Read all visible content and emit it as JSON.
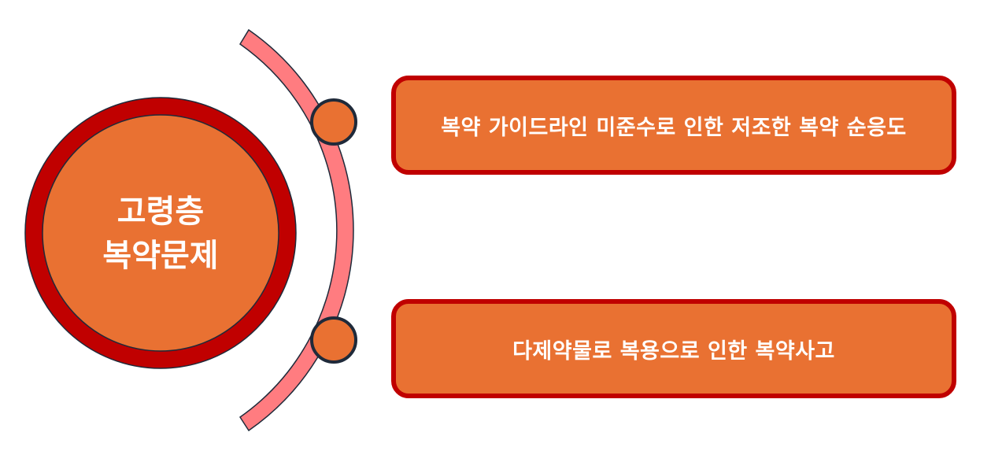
{
  "center": {
    "line1": "고령층",
    "line2": "복약문제"
  },
  "items": [
    {
      "label": "복약 가이드라인 미준수로 인한 저조한 복약 순응도"
    },
    {
      "label": "다제약물로 복용으로 인한 복약사고"
    }
  ],
  "colors": {
    "orange": "#e97132",
    "dark_red": "#c00000",
    "arc_pink": "#ff7c80",
    "outline": "#1f2a3a"
  }
}
